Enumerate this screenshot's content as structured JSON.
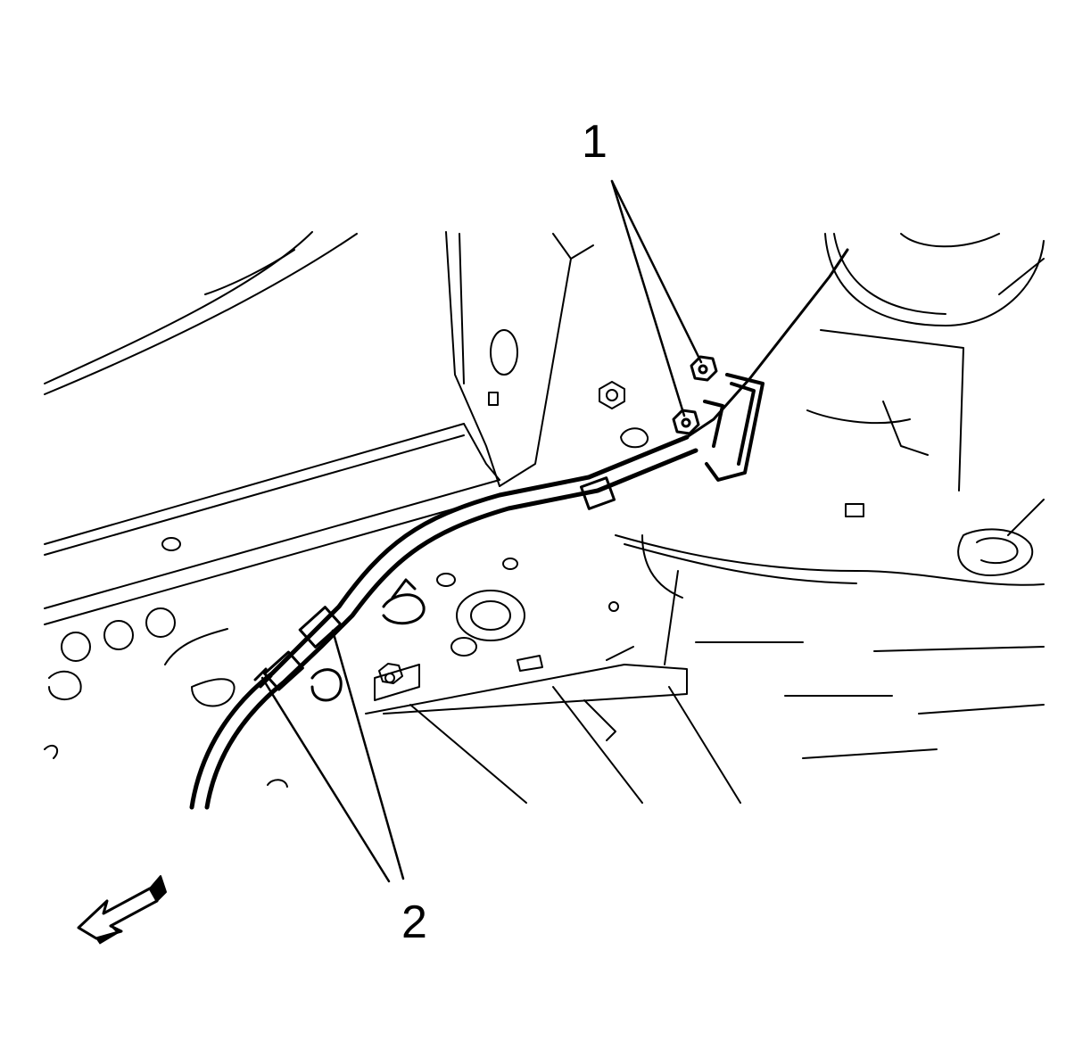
{
  "callouts": [
    {
      "id": "1",
      "label": "1"
    },
    {
      "id": "2",
      "label": "2"
    }
  ],
  "colors": {
    "ink": "#000000",
    "background": "#ffffff"
  },
  "icons": {
    "direction_arrow": "front-direction-arrow-icon"
  }
}
